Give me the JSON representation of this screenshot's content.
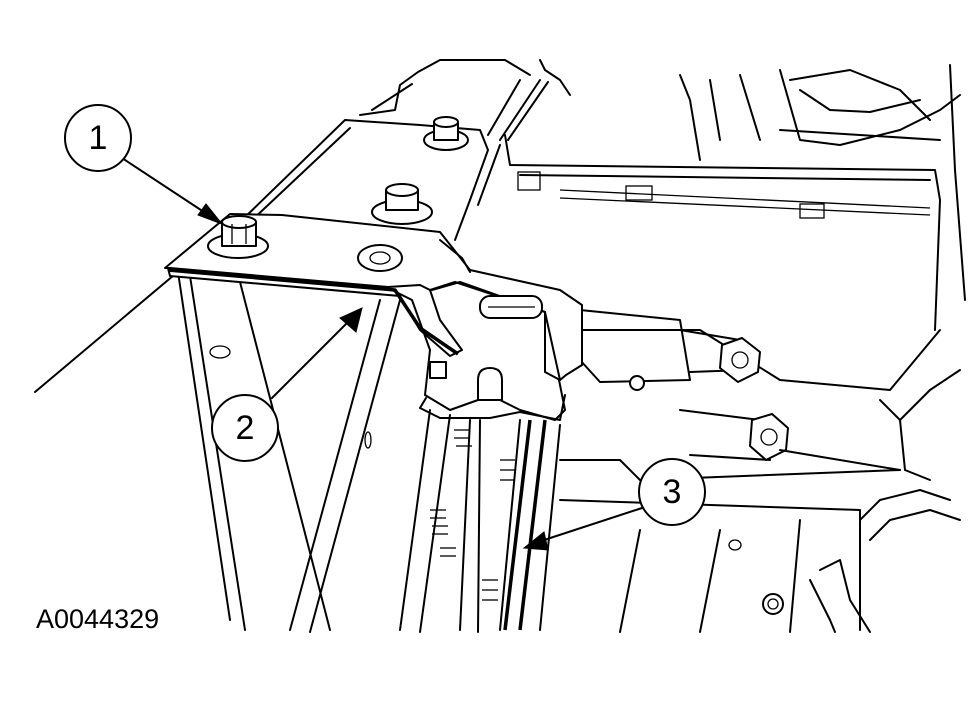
{
  "callouts": [
    {
      "id": "1",
      "label": "1"
    },
    {
      "id": "2",
      "label": "2"
    },
    {
      "id": "3",
      "label": "3"
    }
  ],
  "figure_id": "A0044329",
  "colors": {
    "ink": "#000000",
    "paper": "#ffffff"
  }
}
